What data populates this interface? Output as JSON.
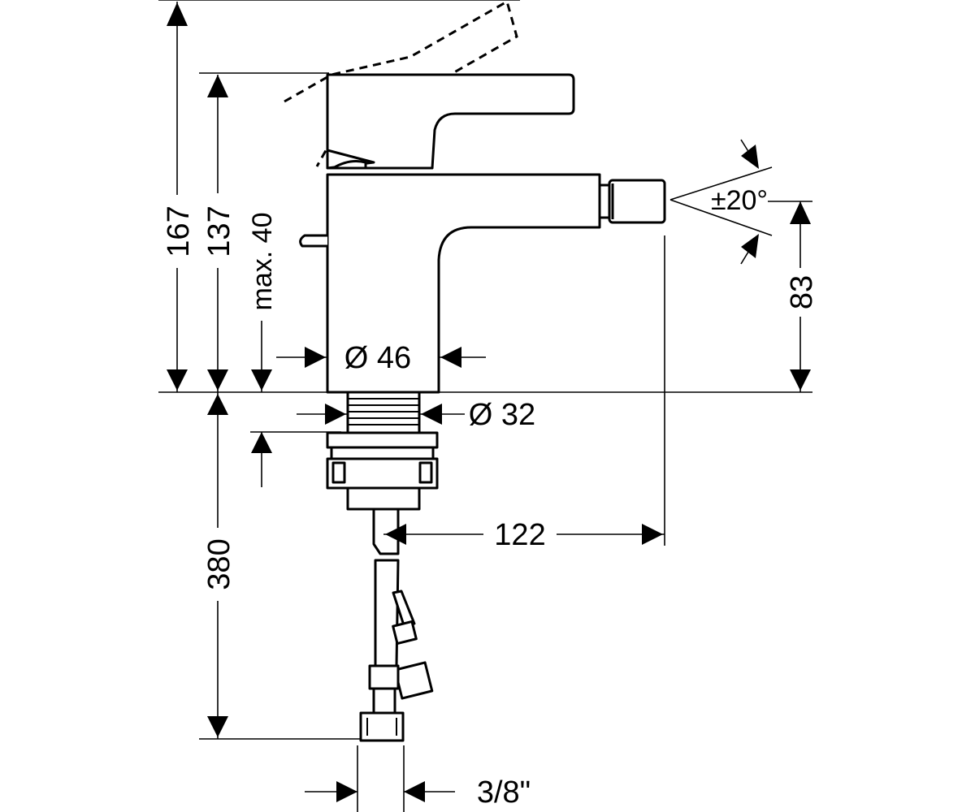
{
  "diagram": {
    "dimensions": {
      "total_height": "167",
      "body_height": "137",
      "deck_thickness": "max. 40",
      "spout_height": "83",
      "base_diameter": "Ø 46",
      "shank_diameter": "Ø 32",
      "spout_reach": "122",
      "hose_length": "380",
      "connection": "3/8\"",
      "swivel_angle": "±20°"
    },
    "colors": {
      "line": "#000000",
      "background": "#ffffff"
    }
  }
}
